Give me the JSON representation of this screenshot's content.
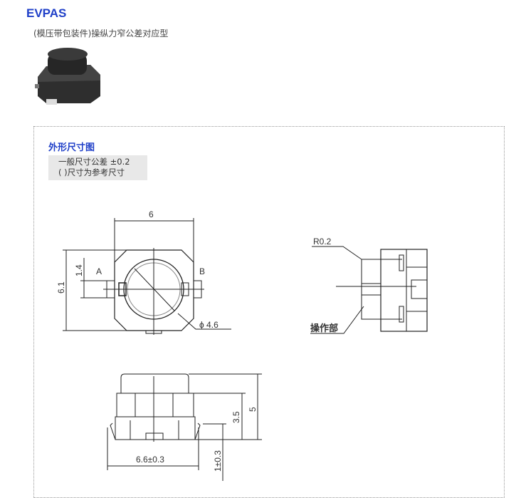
{
  "header": {
    "title": "EVPAS",
    "subtitle": "(模压带包装件)操纵力窄公差对应型"
  },
  "section": {
    "title": "外形尺寸图",
    "notes": [
      "一般尺寸公差 ±0.2",
      "(  )尺寸为参考尺寸"
    ]
  },
  "drawing": {
    "top_view": {
      "width": "6",
      "height": "6.1",
      "pitch": "1.4",
      "terminal_a": "A",
      "terminal_b": "B",
      "diameter": "ϕ 4.6"
    },
    "side_view": {
      "radius": "R0.2",
      "actuator_label": "操作部"
    },
    "front_view": {
      "total_height": "5",
      "body_height": "3.5",
      "lead_height": "1±0.3",
      "lead_span": "6.6±0.3"
    }
  }
}
